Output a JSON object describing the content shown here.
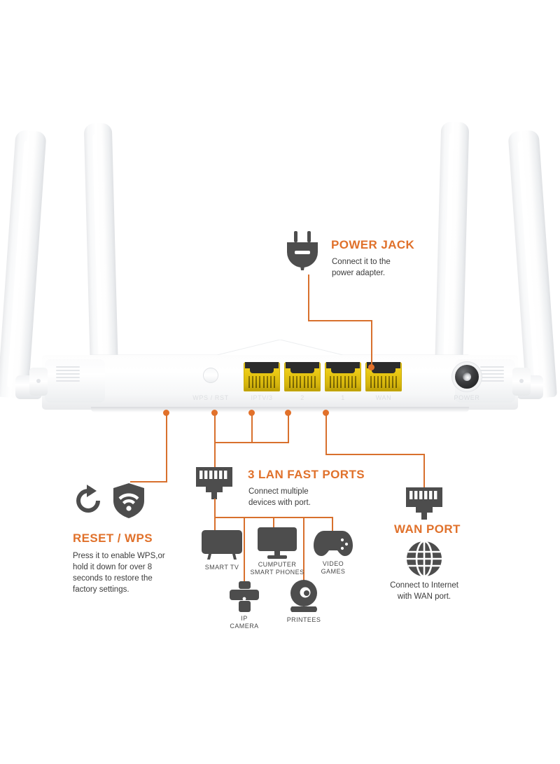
{
  "document": {
    "kind": "product-infographic",
    "subject": "Wireless router rear panel callouts"
  },
  "hardware": {
    "port_labels": [
      "IPTV/3",
      "2",
      "1",
      "WAN"
    ],
    "wps_label": "WPS / RST",
    "power_label": "POWER",
    "antenna_count": 4,
    "lan_port_count": 4
  },
  "callouts": {
    "power_jack": {
      "icon": "power-plug-icon",
      "title": "POWER JACK",
      "body_line1": "Connect it to the",
      "body_line2": "power adapter."
    },
    "reset_wps": {
      "icon_reset": "reset-arrow-icon",
      "icon_shield": "wifi-shield-icon",
      "title": "RESET / WPS",
      "body_line1": "Press it to enable WPS,or",
      "body_line2": "hold it down for over 8",
      "body_line3": "seconds to restore the",
      "body_line4": "factory settings."
    },
    "lan_ports": {
      "icon": "rj45-port-icon",
      "title": "3 LAN FAST PORTS",
      "body_line1": "Connect multiple",
      "body_line2": "devices with port."
    },
    "wan_port": {
      "icon": "rj45-port-icon",
      "title": "WAN PORT",
      "icon_globe": "globe-icon",
      "body_line1": "Connect to Internet",
      "body_line2": "with WAN port."
    }
  },
  "devices": [
    {
      "id": "smart-tv",
      "icon": "tv-icon",
      "label_line1": "SMART TV",
      "label_line2": ""
    },
    {
      "id": "computer",
      "icon": "monitor-icon",
      "label_line1": "CUMPUTER",
      "label_line2": "SMART PHONES"
    },
    {
      "id": "video-games",
      "icon": "gamepad-icon",
      "label_line1": "VIDEO",
      "label_line2": "GAMES"
    },
    {
      "id": "ip-camera",
      "icon": "ip-camera-icon",
      "label_line1": "IP",
      "label_line2": "CAMERA"
    },
    {
      "id": "printer",
      "icon": "printer-cam-icon",
      "label_line1": "PRINTEES",
      "label_line2": ""
    }
  ],
  "colors": {
    "accent_orange": "#e0712b",
    "line_orange": "#d8702d",
    "icon_gray": "#4d4d4d",
    "body_text": "#3b3b3b",
    "port_yellow": "#e8c713",
    "background": "#ffffff"
  }
}
